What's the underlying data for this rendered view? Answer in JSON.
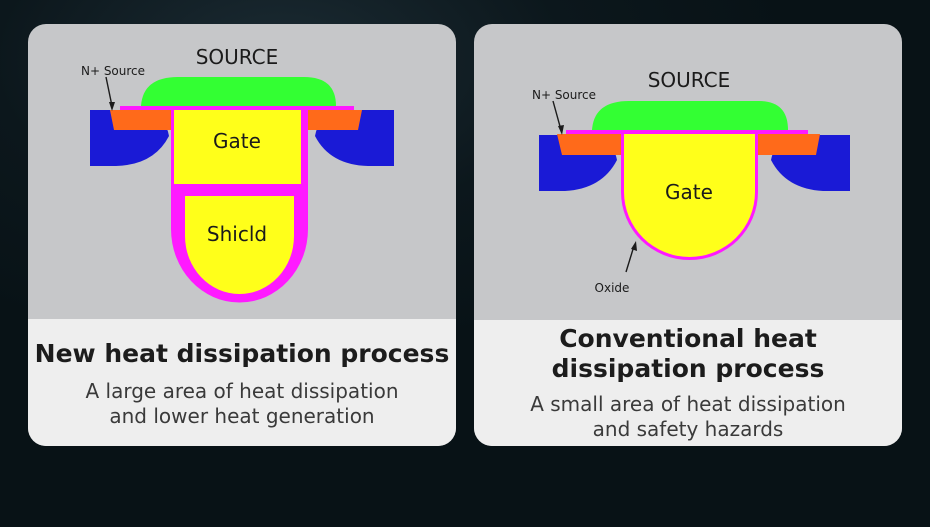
{
  "colors": {
    "background": "#081216",
    "card_bg": "#c6c7c9",
    "caption_bg": "#eeeeee",
    "source_metal": "#33ff33",
    "n_plus_source": "#ff6a1a",
    "body_region": "#1a1ad6",
    "gate_poly": "#ffff1a",
    "oxide": "#ff1aff"
  },
  "left_card": {
    "diagram": {
      "source_label": "SOURCE",
      "n_source_label": "N+ Source",
      "gate_label": "Gate",
      "shield_label": "Shicld"
    },
    "caption": {
      "title": "New heat dissipation process",
      "subtitle_line1": "A large area of heat dissipation",
      "subtitle_line2": "and lower heat generation"
    }
  },
  "right_card": {
    "diagram": {
      "source_label": "SOURCE",
      "n_source_label": "N+ Source",
      "gate_label": "Gate",
      "oxide_label": "Oxide"
    },
    "caption": {
      "title_line1": "Conventional heat",
      "title_line2": "dissipation process",
      "subtitle_line1": "A small area of heat dissipation",
      "subtitle_line2": "and safety hazards"
    }
  }
}
